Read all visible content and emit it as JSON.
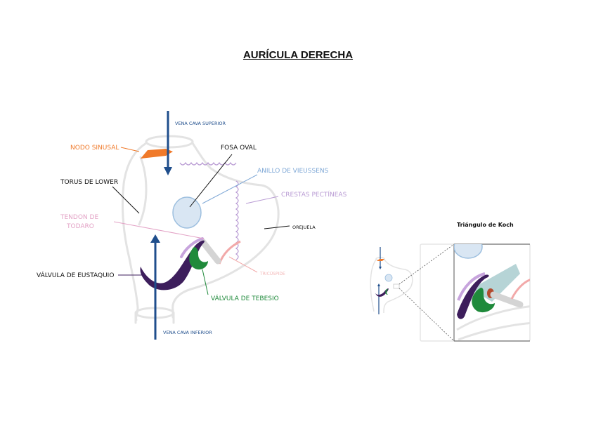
{
  "title": "AURÍCULA DERECHA",
  "labels": {
    "vena_cava_superior": "VENA CAVA SUPERIOR",
    "nodo_sinusal": "NODO SINUSAL",
    "fosa_oval": "FOSA OVAL",
    "anillo_vieussens": "ANILLO DE VIEUSSENS",
    "torus_lower": "TORUS DE LOWER",
    "crestas_pectineas": "CRESTAS PECTÍNEAS",
    "tendon_todaro_1": "TENDON DE",
    "tendon_todaro_2": "TODARO",
    "orejuela": "OREJUELA",
    "valvula_eustaquio": "VÁLVULA DE EUSTAQUIO",
    "tricuspide": "TRICÚSPIDE",
    "valvula_tebesio": "VÁLVULA DE TEBESIO",
    "vena_cava_inferior": "VENA CAVA INFERIOR",
    "triangulo_koch": "Triángulo de Koch"
  },
  "colors": {
    "outline": "#e3e3e3",
    "vena_arrow": "#1f4e8c",
    "nodo": "#f07a2a",
    "fosa_fill": "#d9e6f3",
    "fosa_stroke": "#9dbfdf",
    "anillo_label": "#7fa8d6",
    "crestas": "#b89ad3",
    "tendon_label": "#e3a3c6",
    "eustaquio": "#3d1e5c",
    "tebesio": "#1f8a3b",
    "tricuspide": "#f2a9a9",
    "tricuspide_label": "#f3b7b7",
    "koch_triangle": "#b6d4d6",
    "koch_apex": "#b34a2e"
  }
}
